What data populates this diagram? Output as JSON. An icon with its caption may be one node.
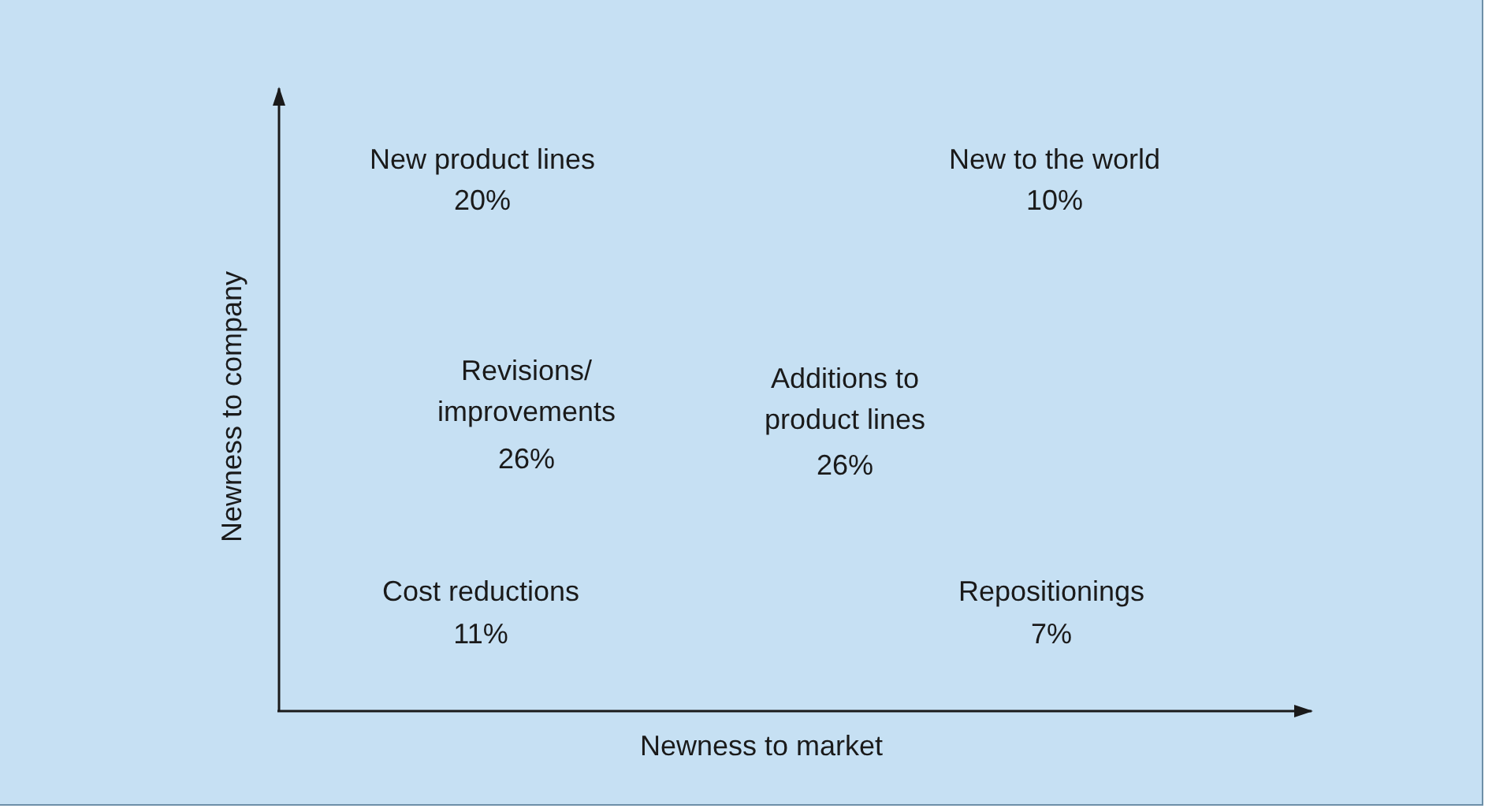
{
  "diagram": {
    "labels": [
      "New product lines",
      "New to the world",
      "20%",
      "10%",
      "Newness to company",
      "Revisions/ improvements",
      "Additions to product lines",
      "26%",
      "26%",
      "Cost reductions",
      "Repositionings",
      "11%",
      "7%",
      "Newness to market"
    ]
  }
}
